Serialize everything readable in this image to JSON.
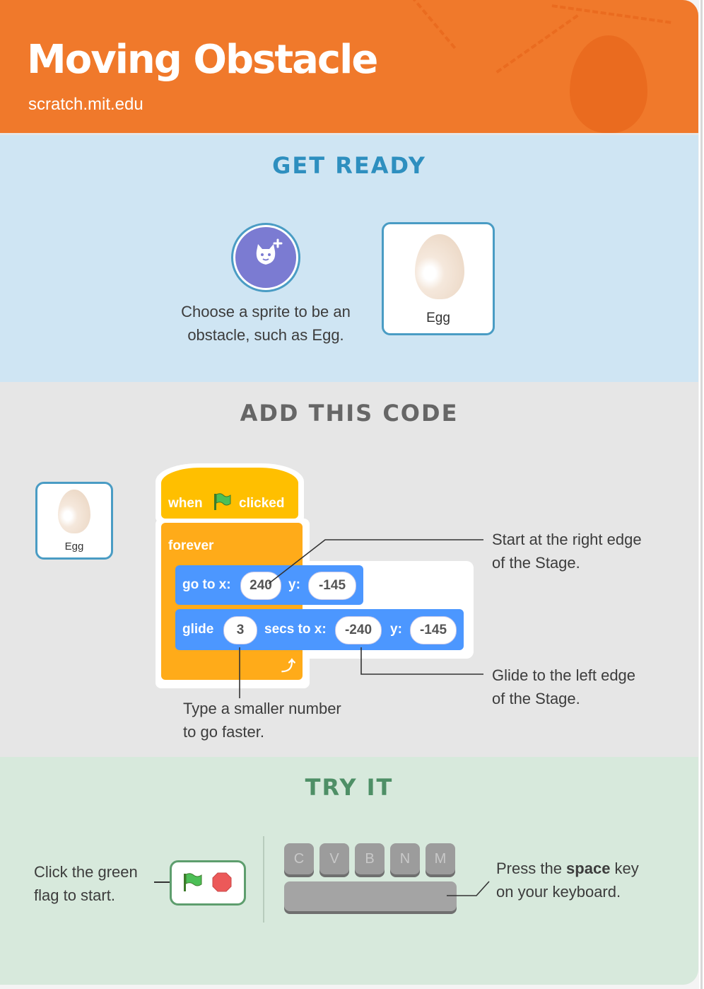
{
  "header": {
    "title": "Moving Obstacle",
    "url": "scratch.mit.edu"
  },
  "get_ready": {
    "heading": "GET READY",
    "instruction_line1": "Choose a sprite to be an",
    "instruction_line2": "obstacle, such as Egg.",
    "sprite_name": "Egg"
  },
  "add_code": {
    "heading": "ADD THIS CODE",
    "sprite_name": "Egg",
    "blocks": {
      "when": "when",
      "clicked": "clicked",
      "forever": "forever",
      "goto_label": "go to x:",
      "goto_x": "240",
      "goto_y_label": "y:",
      "goto_y": "-145",
      "glide_label": "glide",
      "glide_secs": "3",
      "glide_secs_label": "secs to x:",
      "glide_x": "-240",
      "glide_y_label": "y:",
      "glide_y": "-145"
    },
    "notes": {
      "start_line1": "Start at the right edge",
      "start_line2": "of the Stage.",
      "glide_line1": "Glide to the left edge",
      "glide_line2": "of the Stage.",
      "faster_line1": "Type a smaller number",
      "faster_line2": "to go faster."
    }
  },
  "try_it": {
    "heading": "TRY IT",
    "flag_line1": "Click the green",
    "flag_line2": "flag to start.",
    "keys": [
      "C",
      "V",
      "B",
      "N",
      "M"
    ],
    "press_prefix": "Press the ",
    "press_key": "space",
    "press_suffix": " key",
    "press_line2": "on your keyboard."
  },
  "colors": {
    "header": "#f0792b",
    "get_ready_bg": "#cfe5f3",
    "get_ready_heading": "#2e8fbf",
    "code_bg": "#e6e6e6",
    "code_heading": "#666666",
    "try_bg": "#d7e9dc",
    "try_heading": "#4e8f66",
    "events_block": "#ffbf00",
    "control_block": "#ffab19",
    "motion_block": "#4c97ff"
  }
}
